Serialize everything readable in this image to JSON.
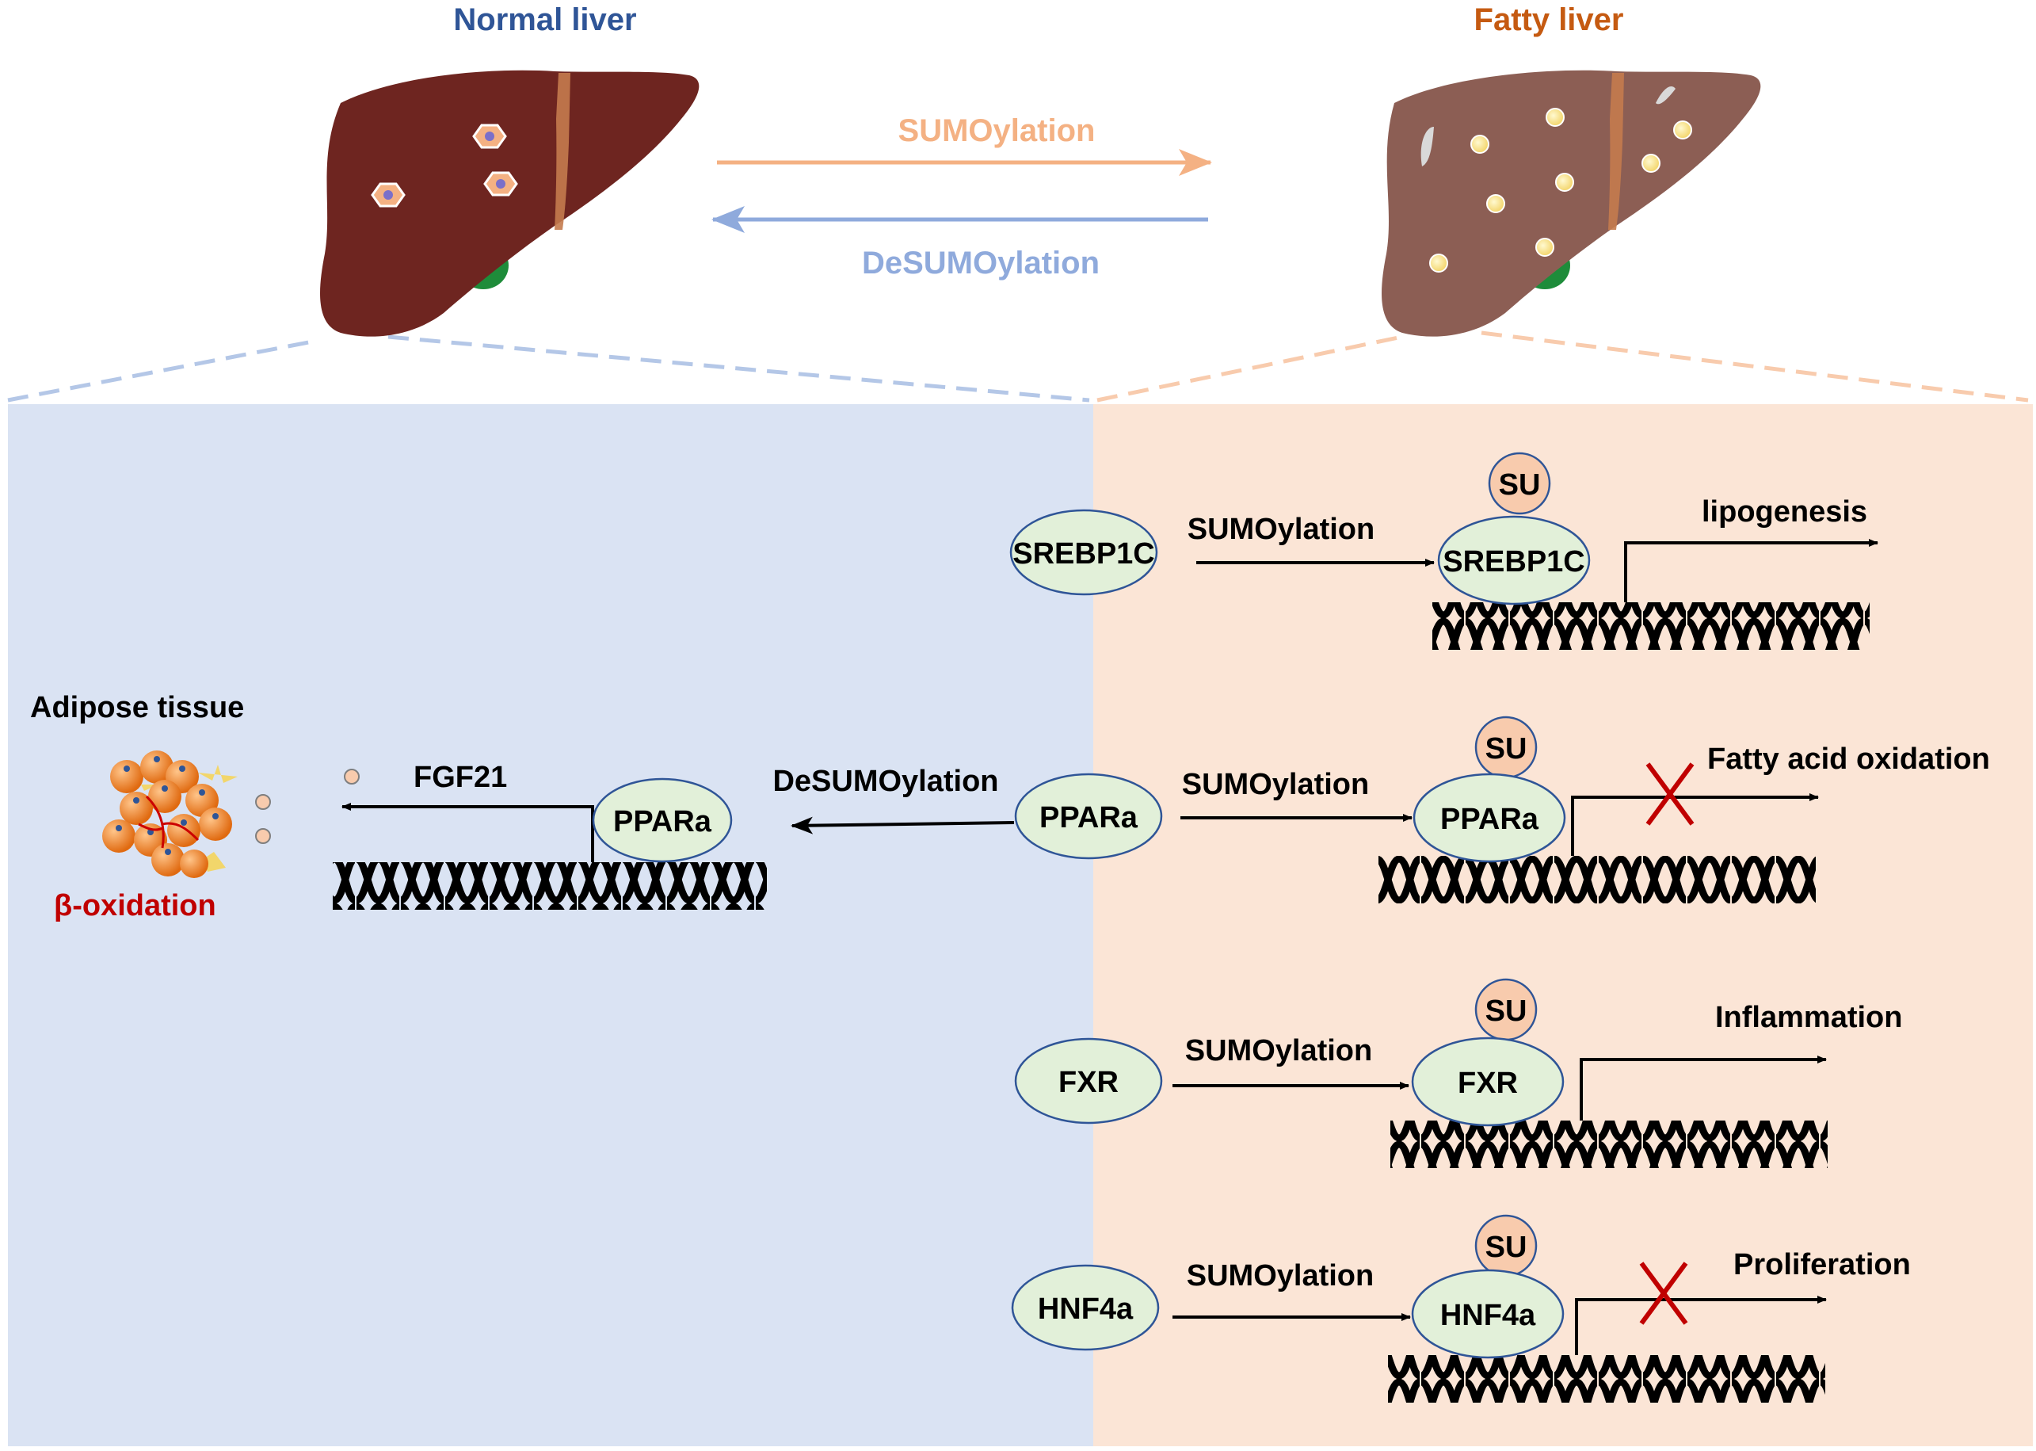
{
  "titles": {
    "normal_liver": "Normal liver",
    "fatty_liver": "Fatty liver"
  },
  "top_arrows": {
    "forward": "SUMOylation",
    "reverse": "DeSUMOylation"
  },
  "left_panel": {
    "adipose_label": "Adipose tissue",
    "beta_oxidation": "β-oxidation",
    "fgf21": "FGF21",
    "bound_protein": "PPARa",
    "desumo_label": "DeSUMOylation"
  },
  "su_label": "SU",
  "pathways": [
    {
      "protein": "SREBP1C",
      "arrow_label": "SUMOylation",
      "outcome": "lipogenesis",
      "inhibited": false
    },
    {
      "protein": "PPARa",
      "arrow_label": "SUMOylation",
      "outcome": "Fatty acid oxidation",
      "inhibited": true
    },
    {
      "protein": "FXR",
      "arrow_label": "SUMOylation",
      "outcome": "Inflammation",
      "inhibited": false
    },
    {
      "protein": "HNF4a",
      "arrow_label": "SUMOylation",
      "outcome": "Proliferation",
      "inhibited": true
    }
  ],
  "colors": {
    "normal_panel": "#dae3f3",
    "fatty_panel": "#fbe5d6",
    "protein_fill": "#e2f0d9",
    "su_fill": "#f8cbad",
    "normal_liver": "#6e2520",
    "fatty_liver": "#8c5e54",
    "inhibit_x": "#c00000"
  }
}
